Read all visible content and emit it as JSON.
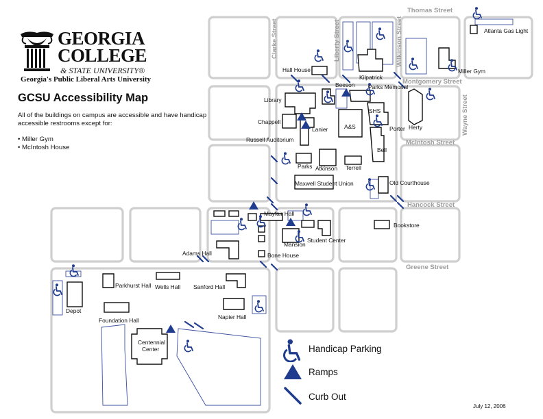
{
  "logo": {
    "name_line1": "GEORGIA",
    "name_line2": "COLLEGE",
    "name_line3": "& STATE UNIVERSITY®",
    "tagline": "Georgia's Public Liberal Arts University"
  },
  "title": "GCSU Accessibility Map",
  "intro": "All of the buildings on campus are accessible and have handicap accessible restrooms except for:",
  "exceptions": [
    "Miller Gym",
    "McIntosh House"
  ],
  "streets": {
    "thomas": "Thomas Street",
    "clarke": "Clarke Street",
    "liberty": "Liberty Street",
    "wilkinson": "Wilkinson Street",
    "montgomery": "Montgomery Street",
    "wayne": "Wayne Street",
    "mcintosh": "McIntosh Street",
    "hancock": "Hancock Street",
    "greene": "Greene Street"
  },
  "buildings": {
    "atlanta_gas_light": "Atlanta Gas Light",
    "miller_gym": "Miller Gym",
    "hall_house": "Hall House",
    "kilpatrick": "Kilpatrick",
    "beeson": "Beeson",
    "parks_memorial": "Parks Memorial",
    "library": "Library",
    "chappell": "Chappell",
    "lanier": "Lanier",
    "as": "A&S",
    "shs": "SHS",
    "porter": "Porter",
    "herty": "Herty",
    "bell": "Bell",
    "russell": "Russell Auditorium",
    "parks": "Parks",
    "atkinson": "Atkinson",
    "terrell": "Terrell",
    "maxwell": "Maxwell Student Union",
    "old_courthouse": "Old Courthouse",
    "mayfair": "Mayfair Hall",
    "bookstore": "Bookstore",
    "mansion": "Mansion",
    "student_center": "Student Center",
    "adams": "Adams Hall",
    "bone": "Bone House",
    "parkhurst": "Parkhurst Hall",
    "wells": "Wells Hall",
    "sanford": "Sanford Hall",
    "depot": "Depot",
    "foundation": "Foundation Hall",
    "napier": "Napier Hall",
    "centennial_1": "Centennial",
    "centennial_2": "Center"
  },
  "legend": {
    "parking": "Handicap Parking",
    "ramps": "Ramps",
    "curb": "Curb Out"
  },
  "colors": {
    "accent": "#1f3c8f",
    "street_label": "#9c9c9c",
    "block": "#cfcfcf"
  },
  "date": "July 12, 2006"
}
